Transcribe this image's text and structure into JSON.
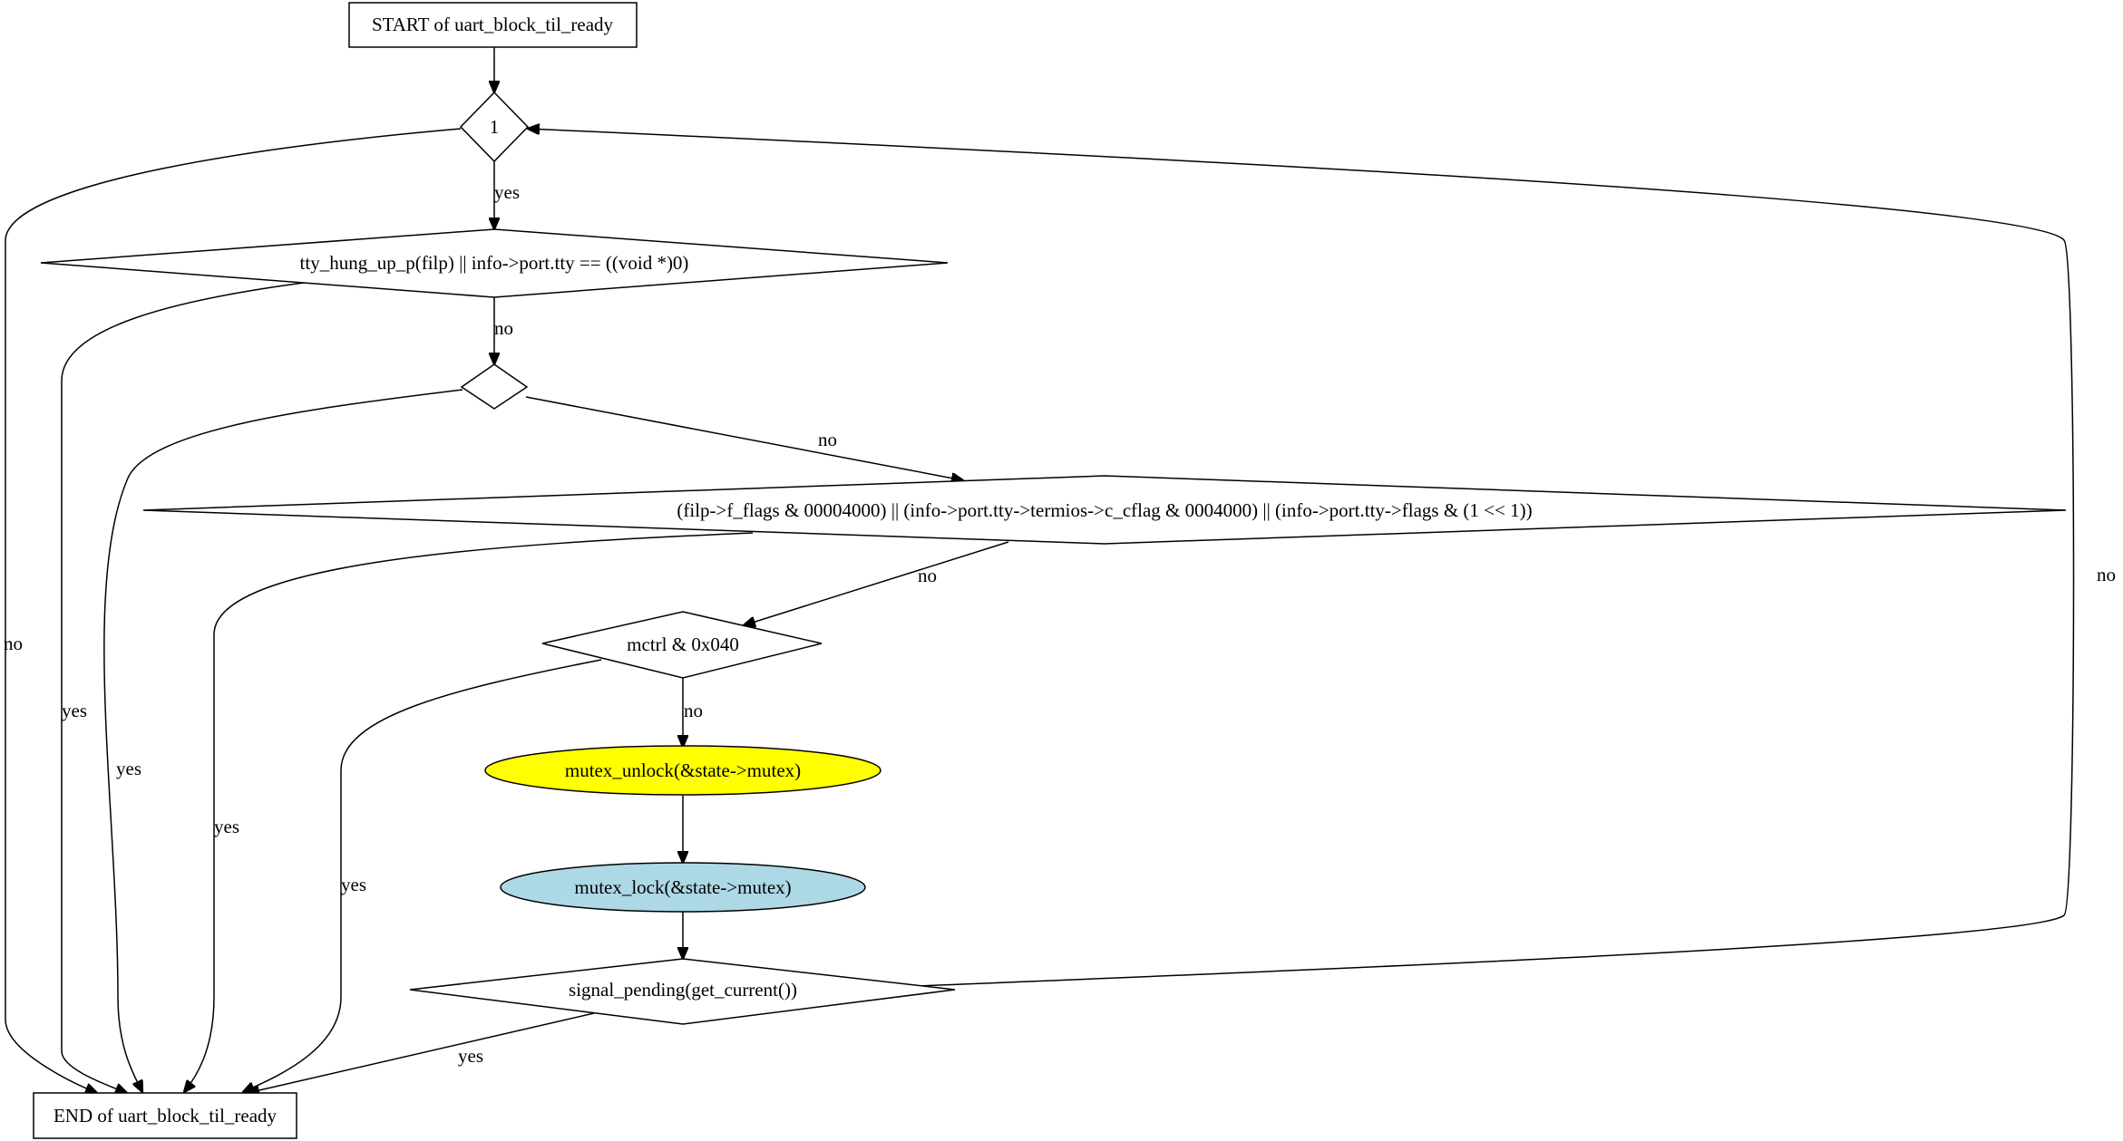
{
  "diagram": {
    "colors": {
      "background": "#ffffff",
      "stroke": "#000000",
      "unlock_fill": "#ffff00",
      "lock_fill": "#add8e6"
    },
    "nodes": {
      "start": "START of uart_block_til_ready",
      "loop_cond": "1",
      "hung_up_check": "tty_hung_up_p(filp) || info->port.tty == ((void *)0)",
      "empty_cond": "",
      "flags_check": "(filp->f_flags & 00004000) || (info->port.tty->termios->c_cflag & 0004000) || (info->port.tty->flags & (1 << 1))",
      "mctrl_check": "mctrl & 0x040",
      "mutex_unlock": "mutex_unlock(&state->mutex)",
      "mutex_lock": "mutex_lock(&state->mutex)",
      "signal_check": "signal_pending(get_current())",
      "end": "END of uart_block_til_ready"
    },
    "edge_labels": {
      "loop_yes": "yes",
      "loop_no": "no",
      "hung_no": "no",
      "hung_yes": "yes",
      "empty_no": "no",
      "empty_yes": "yes",
      "flags_no": "no",
      "flags_yes": "yes",
      "mctrl_no": "no",
      "mctrl_yes": "yes",
      "signal_yes": "yes",
      "signal_no": "no"
    }
  }
}
